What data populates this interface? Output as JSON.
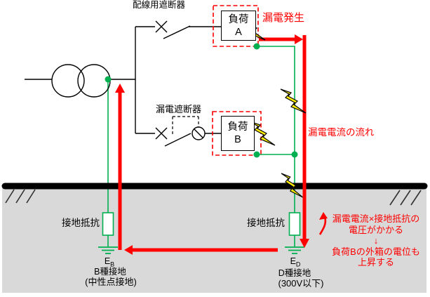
{
  "labels": {
    "breaker_a": "配線用遮断器",
    "breaker_b": "漏電遮断器",
    "leak_occurrence": "漏電発生",
    "leak_current_flow": "漏電電流の流れ",
    "earth_resistance_left": "接地抵抗",
    "earth_resistance_right": "接地抵抗",
    "load_a": {
      "line1": "負荷",
      "line2": "A"
    },
    "load_b": {
      "line1": "負荷",
      "line2": "B"
    },
    "eb": {
      "symbol": "E",
      "sub": "B",
      "line1": "B種接地",
      "line2": "(中性点接地)"
    },
    "ed": {
      "symbol": "E",
      "sub": "D",
      "line1": "D種接地",
      "line2": "(300V以下)"
    },
    "note": {
      "line1": "漏電電流×接地抵抗の",
      "line2": "電圧がかかる",
      "arrow": "↓",
      "line3": "負荷Bの外箱の電位も",
      "line4": "上昇する"
    }
  },
  "colors": {
    "leak_red": "#FF0000",
    "earth_green": "#00B050",
    "bolt_yellow": "#FFEE00",
    "ground_gray": "#D9D9D9",
    "wire_black": "#000000"
  }
}
